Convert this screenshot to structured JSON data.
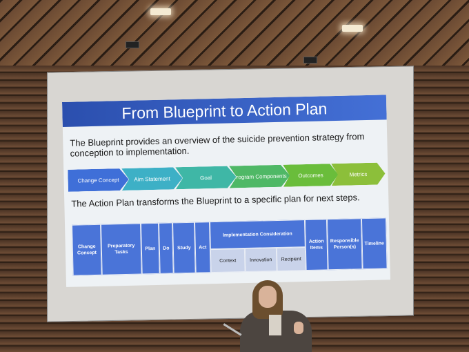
{
  "slide": {
    "title": "From Blueprint to Action Plan",
    "paragraph1": "The Blueprint provides an overview of the suicide prevention strategy from conception to implementation.",
    "chevrons": [
      {
        "label": "Change Concept",
        "color": "#3f6fd8"
      },
      {
        "label": "Aim Statement",
        "color": "#3db0c6"
      },
      {
        "label": "Goal",
        "color": "#3fb7a6"
      },
      {
        "label": "Program Components",
        "color": "#4fb866"
      },
      {
        "label": "Outcomes",
        "color": "#6abd3b"
      },
      {
        "label": "Metrics",
        "color": "#8cbf3a"
      }
    ],
    "paragraph2": "The Action Plan transforms the Blueprint to a specific plan for next steps.",
    "table": {
      "headers": [
        "Change Concept",
        "Preparatory Tasks",
        "Plan",
        "Do",
        "Study",
        "Act",
        "Implementation Consideration",
        "Action Items",
        "Responsible Person(s)",
        "Timeline"
      ],
      "subheaders": [
        "Context",
        "Innovation",
        "Recipient"
      ]
    }
  }
}
